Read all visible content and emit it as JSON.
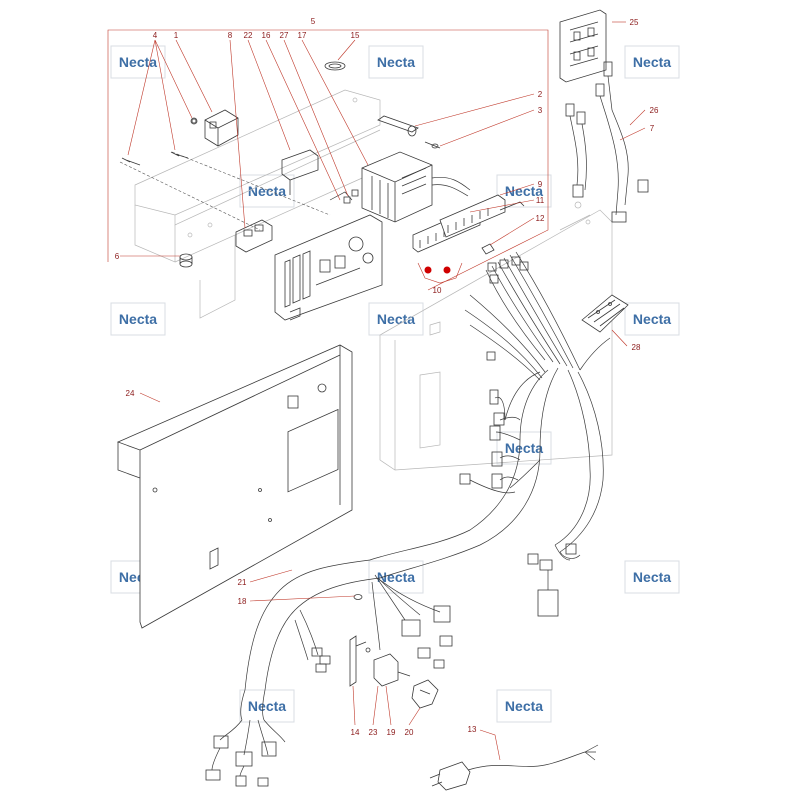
{
  "watermark": {
    "text": "Necta",
    "color": "#3e6fa6"
  },
  "accent_color": "#c0392b",
  "callouts": [
    {
      "label": "5"
    },
    {
      "label": "25"
    },
    {
      "label": "4"
    },
    {
      "label": "1"
    },
    {
      "label": "8"
    },
    {
      "label": "22"
    },
    {
      "label": "16"
    },
    {
      "label": "27"
    },
    {
      "label": "17"
    },
    {
      "label": "15"
    },
    {
      "label": "2"
    },
    {
      "label": "3"
    },
    {
      "label": "26"
    },
    {
      "label": "7"
    },
    {
      "label": "9"
    },
    {
      "label": "11"
    },
    {
      "label": "12"
    },
    {
      "label": "10"
    },
    {
      "label": "6"
    },
    {
      "label": "28"
    },
    {
      "label": "24"
    },
    {
      "label": "21"
    },
    {
      "label": "18"
    },
    {
      "label": "14"
    },
    {
      "label": "23"
    },
    {
      "label": "19"
    },
    {
      "label": "20"
    },
    {
      "label": "13"
    }
  ],
  "parts": [
    {
      "id": "1",
      "icon": "relay-block-icon"
    },
    {
      "id": "2",
      "icon": "fuse-holder-icon"
    },
    {
      "id": "3",
      "icon": "fuse-icon"
    },
    {
      "id": "4",
      "icon": "screw-icon"
    },
    {
      "id": "5",
      "icon": "control-box-icon"
    },
    {
      "id": "6",
      "icon": "grommet-icon"
    },
    {
      "id": "7",
      "icon": "cable-icon"
    },
    {
      "id": "8",
      "icon": "small-board-icon"
    },
    {
      "id": "9",
      "icon": "terminal-board-icon"
    },
    {
      "id": "10",
      "icon": "led-icon"
    },
    {
      "id": "11",
      "icon": "terminal-strip-icon"
    },
    {
      "id": "12",
      "icon": "connector-icon"
    },
    {
      "id": "13",
      "icon": "power-cord-icon"
    },
    {
      "id": "14",
      "icon": "bracket-icon"
    },
    {
      "id": "15",
      "icon": "ring-icon"
    },
    {
      "id": "16",
      "icon": "cable-icon"
    },
    {
      "id": "17",
      "icon": "transformer-icon"
    },
    {
      "id": "18",
      "icon": "clamp-icon"
    },
    {
      "id": "19",
      "icon": "switch-icon"
    },
    {
      "id": "20",
      "icon": "plug-icon"
    },
    {
      "id": "21",
      "icon": "wiring-harness-icon"
    },
    {
      "id": "22",
      "icon": "bracket-icon"
    },
    {
      "id": "23",
      "icon": "screw-icon"
    },
    {
      "id": "24",
      "icon": "cover-panel-icon"
    },
    {
      "id": "25",
      "icon": "circuit-board-icon"
    },
    {
      "id": "26",
      "icon": "cable-icon"
    },
    {
      "id": "27",
      "icon": "cable-icon"
    },
    {
      "id": "28",
      "icon": "connector-block-icon"
    }
  ]
}
